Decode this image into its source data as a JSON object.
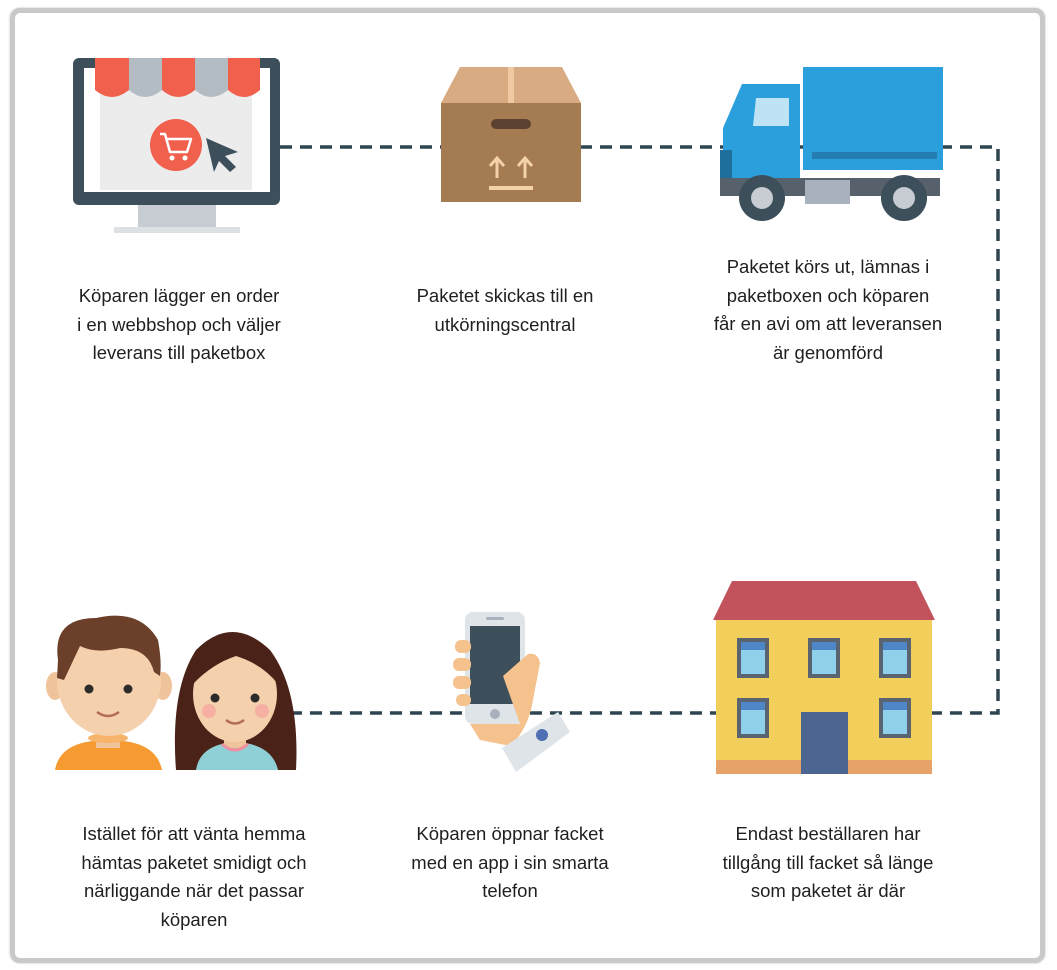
{
  "steps": [
    {
      "id": "order",
      "icon": "webshop-monitor-icon",
      "text": "Köparen lägger en order\ni en webbshop och väljer\nleverans till paketbox"
    },
    {
      "id": "dispatch",
      "icon": "package-box-icon",
      "text": "Paketet skickas till en\nutkörningscentral"
    },
    {
      "id": "delivery",
      "icon": "delivery-truck-icon",
      "text": "Paketet körs ut, lämnas i\npaketboxen och köparen\nfår en avi om att leveransen\när genomförd"
    },
    {
      "id": "access",
      "icon": "apartment-building-icon",
      "text": "Endast beställaren har\ntillgång till facket så länge\nsom paketet är där"
    },
    {
      "id": "open",
      "icon": "smartphone-hand-icon",
      "text": "Köparen öppnar facket\nmed en app i sin smarta\ntelefon"
    },
    {
      "id": "pickup",
      "icon": "couple-avatars-icon",
      "text": "Istället för att vänta hemma\nhämtas paketet smidigt och\nnärliggande när det passar\nköparen"
    }
  ],
  "colors": {
    "connector": "#2f4550",
    "awning_red": "#f0604d",
    "box_brown": "#a57c52",
    "truck_blue": "#2b9fdc",
    "house_yellow": "#f2cf5b",
    "roof_red": "#c2525c"
  }
}
